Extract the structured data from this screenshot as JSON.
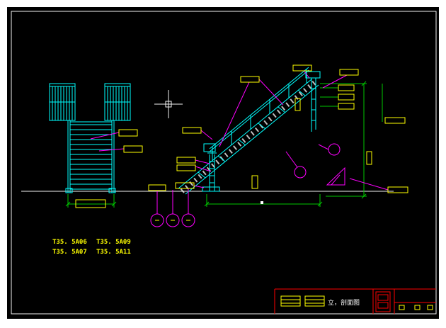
{
  "app": {
    "name": "cad-drawing-view",
    "drawing_type": "stair elevation and section drawing"
  },
  "colors": {
    "page": "#ffffff",
    "background": "#000000",
    "structure": "#00ffff",
    "dimension": "#00c800",
    "annotation": "#ff00ff",
    "label": "#ffff00",
    "frame": "#f2f2f2",
    "titleblock": "#ff0000"
  },
  "part_labels": [
    "T35. 5A06",
    "T35. 5A09",
    "T35. 5A07",
    "T35. 5A11"
  ],
  "title_block": {
    "drawing_title": "立，剖面图"
  }
}
